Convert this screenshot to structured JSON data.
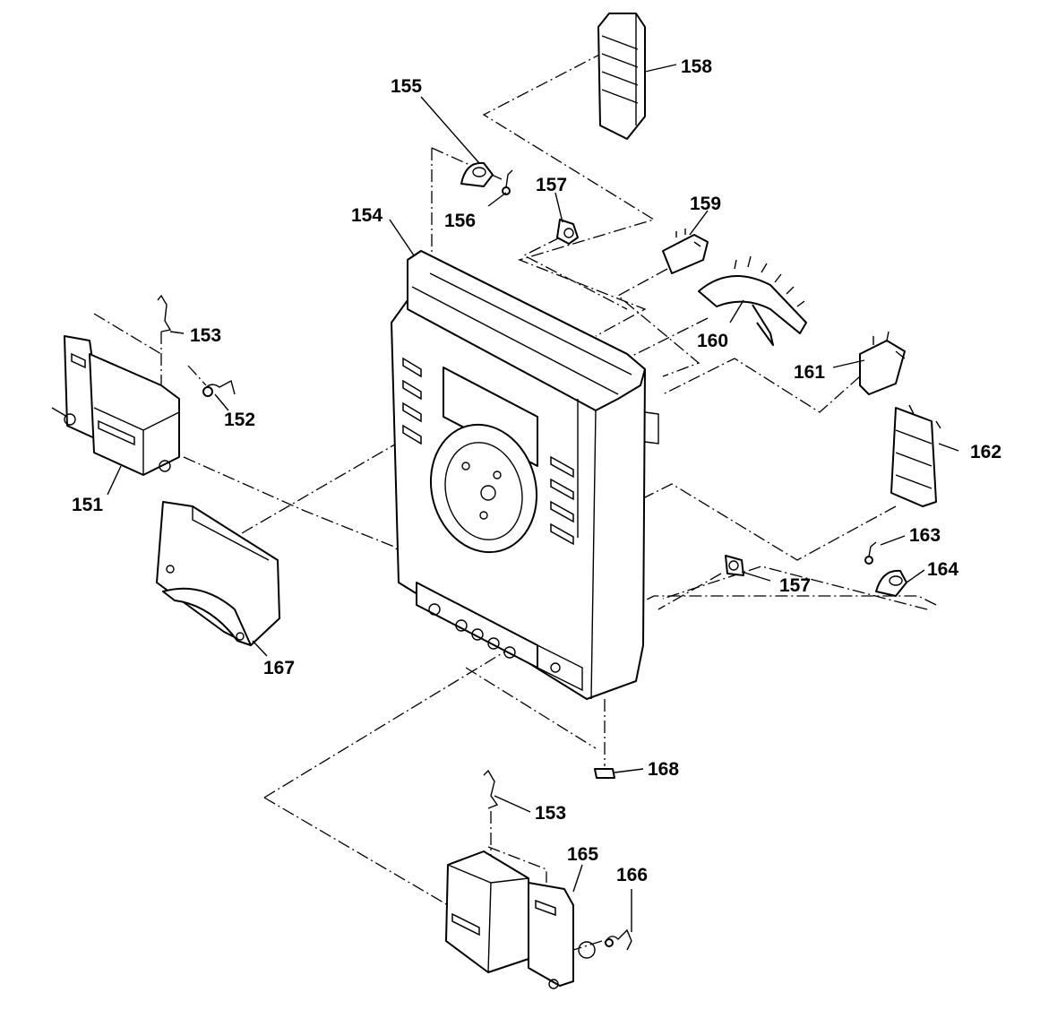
{
  "labels": {
    "p151": "151",
    "p152": "152",
    "p153_top": "153",
    "p153_bottom": "153",
    "p154": "154",
    "p155": "155",
    "p156": "156",
    "p157_top": "157",
    "p157_right": "157",
    "p158": "158",
    "p159": "159",
    "p160": "160",
    "p161": "161",
    "p162": "162",
    "p163": "163",
    "p164": "164",
    "p165": "165",
    "p166": "166",
    "p167": "167",
    "p168": "168"
  }
}
